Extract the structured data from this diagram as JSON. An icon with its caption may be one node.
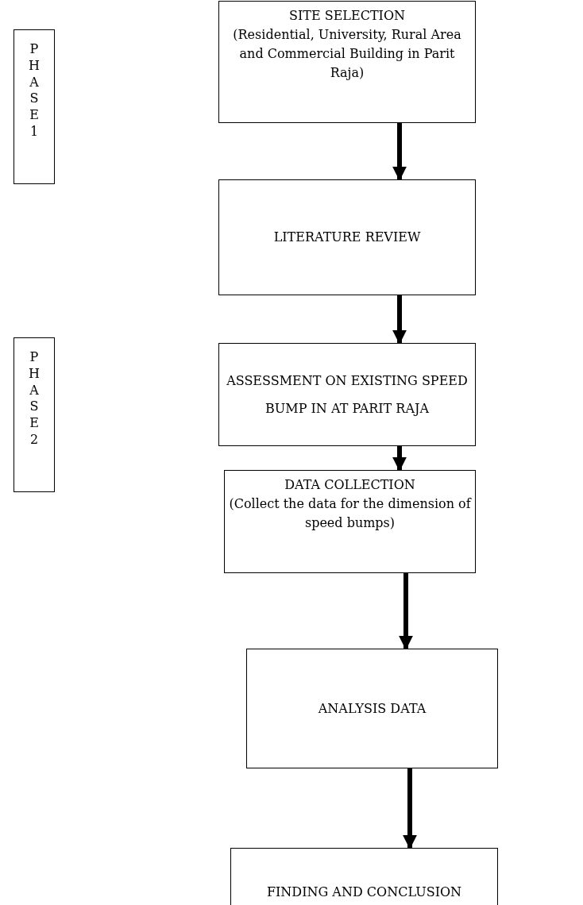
{
  "diagram": {
    "nodes": [
      {
        "text": [
          "PHASE 1"
        ]
      },
      {
        "text": [
          "SITE SELECTION",
          "(Residential, University, Rural Area and Commercial Building in Parit Raja)"
        ]
      },
      {
        "text": [
          "LITERATURE REVIEW"
        ]
      },
      {
        "text": [
          "PHASE 2"
        ]
      },
      {
        "text": [
          "ASSESSMENT ON EXISTING SPEED BUMP IN AT PARIT RAJA"
        ]
      },
      {
        "text": [
          "DATA COLLECTION",
          "(Collect the data for the dimension of speed bumps)"
        ]
      },
      {
        "text": [
          "ANALYSIS DATA"
        ]
      },
      {
        "text": [
          "FINDING AND CONCLUSION"
        ]
      }
    ],
    "edges": [
      {
        "from": 1,
        "to": 2,
        "arrow": "to"
      },
      {
        "from": 2,
        "to": 4,
        "arrow": "to"
      },
      {
        "from": 4,
        "to": 5,
        "arrow": "to"
      },
      {
        "from": 5,
        "to": 6,
        "arrow": "to"
      },
      {
        "from": 6,
        "to": 7,
        "arrow": "to"
      }
    ]
  }
}
